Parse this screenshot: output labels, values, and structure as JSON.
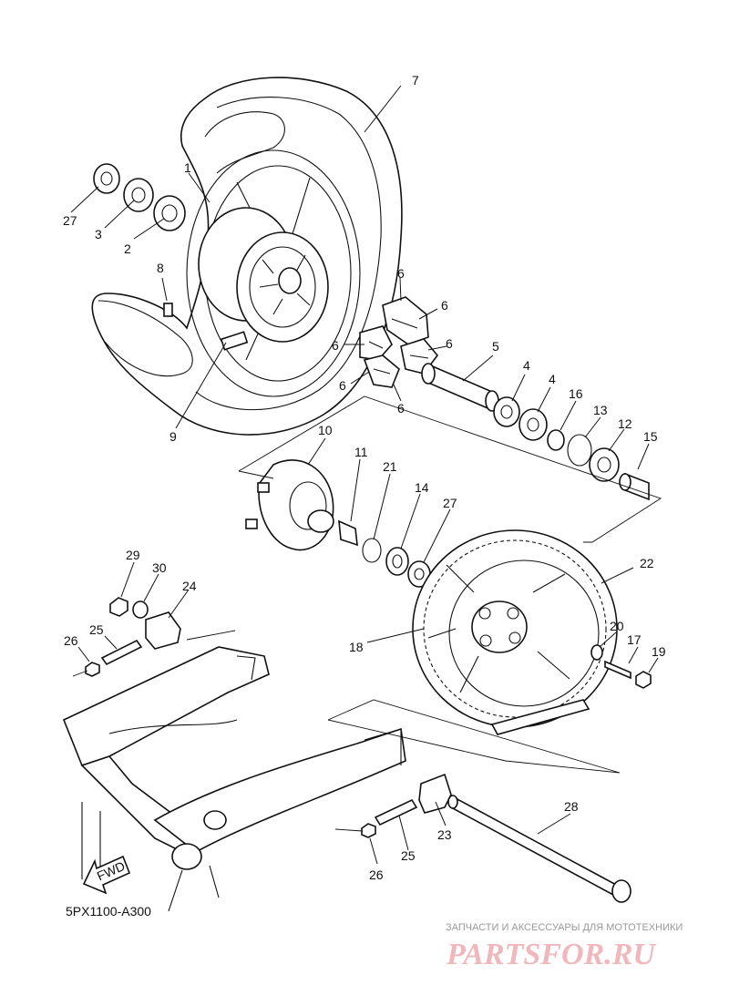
{
  "diagram_code": "5PX1100-A300",
  "fwd_label": "FWD",
  "watermark": {
    "tagline": "ЗАПЧАСТИ И АКСЕССУАРЫ ДЛЯ МОТОТЕХНИКИ",
    "brand": "PARTSFOR.RU"
  },
  "callouts": [
    {
      "id": "c1",
      "text": "1"
    },
    {
      "id": "c2",
      "text": "2"
    },
    {
      "id": "c3",
      "text": "3"
    },
    {
      "id": "c4a",
      "text": "4"
    },
    {
      "id": "c4b",
      "text": "4"
    },
    {
      "id": "c5",
      "text": "5"
    },
    {
      "id": "c6a",
      "text": "6"
    },
    {
      "id": "c6b",
      "text": "6"
    },
    {
      "id": "c6c",
      "text": "6"
    },
    {
      "id": "c6d",
      "text": "6"
    },
    {
      "id": "c6e",
      "text": "6"
    },
    {
      "id": "c6f",
      "text": "6"
    },
    {
      "id": "c7",
      "text": "7"
    },
    {
      "id": "c8",
      "text": "8"
    },
    {
      "id": "c9",
      "text": "9"
    },
    {
      "id": "c10",
      "text": "10"
    },
    {
      "id": "c11",
      "text": "11"
    },
    {
      "id": "c12",
      "text": "12"
    },
    {
      "id": "c13",
      "text": "13"
    },
    {
      "id": "c14",
      "text": "14"
    },
    {
      "id": "c15",
      "text": "15"
    },
    {
      "id": "c16",
      "text": "16"
    },
    {
      "id": "c17",
      "text": "17"
    },
    {
      "id": "c18",
      "text": "18"
    },
    {
      "id": "c19",
      "text": "19"
    },
    {
      "id": "c20",
      "text": "20"
    },
    {
      "id": "c21",
      "text": "21"
    },
    {
      "id": "c22",
      "text": "22"
    },
    {
      "id": "c23",
      "text": "23"
    },
    {
      "id": "c24",
      "text": "24"
    },
    {
      "id": "c25a",
      "text": "25"
    },
    {
      "id": "c25b",
      "text": "25"
    },
    {
      "id": "c26a",
      "text": "26"
    },
    {
      "id": "c26b",
      "text": "26"
    },
    {
      "id": "c27a",
      "text": "27"
    },
    {
      "id": "c27b",
      "text": "27"
    },
    {
      "id": "c28",
      "text": "28"
    },
    {
      "id": "c29",
      "text": "29"
    },
    {
      "id": "c30",
      "text": "30"
    }
  ]
}
